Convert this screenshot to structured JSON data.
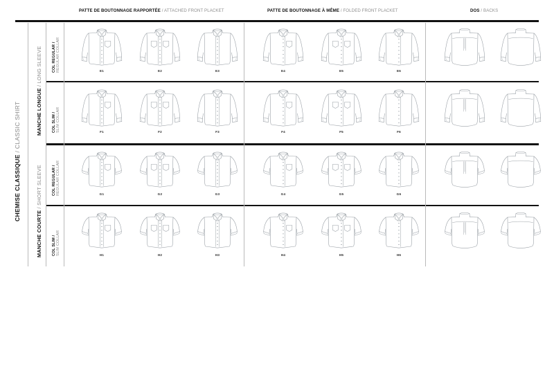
{
  "document": {
    "title": "CHEMISE CLASSIQUE",
    "title_en": "CLASSIC SHIRT"
  },
  "column_headers": [
    {
      "fr": "PATTE DE BOUTONNAGE RAPPORTÉE",
      "en": "/ ATTACHED FRONT PLACKET"
    },
    {
      "fr": "PATTE DE BOUTONNAGE À MÊME",
      "en": "/ FOLDED FRONT PLACKET"
    },
    {
      "fr": "DOS",
      "en": "/ BACKS"
    }
  ],
  "sleeve_groups": [
    {
      "fr": "MANCHE LONGUE",
      "en": "/ LONG SLEEVE"
    },
    {
      "fr": "MANCHE COURTE",
      "en": "/ SHORT SLEEVE"
    }
  ],
  "collar_rows": [
    {
      "fr": "COL REGULAR /",
      "en": "REGULAR COLLAR"
    },
    {
      "fr": "COL SLIM /",
      "en": "SLIM COLLAR"
    },
    {
      "fr": "COL REGULAR /",
      "en": "REGULAR COLLAR"
    },
    {
      "fr": "COL SLIM /",
      "en": "SLIM COLLAR"
    }
  ],
  "rows": [
    {
      "sleeve": "long",
      "collar": "regular",
      "codes": [
        "E1",
        "E2",
        "E3",
        "E4",
        "E5",
        "E6"
      ],
      "pockets": [
        1,
        2,
        0,
        1,
        2,
        0
      ],
      "placket": [
        "attached",
        "attached",
        "attached",
        "folded",
        "folded",
        "folded"
      ],
      "backs": [
        "pleat",
        "yoke"
      ]
    },
    {
      "sleeve": "long",
      "collar": "slim",
      "codes": [
        "F1",
        "F2",
        "F3",
        "F4",
        "F5",
        "F6"
      ],
      "pockets": [
        1,
        2,
        0,
        1,
        2,
        0
      ],
      "placket": [
        "attached",
        "attached",
        "attached",
        "folded",
        "folded",
        "folded"
      ],
      "backs": [
        "pleat",
        "yoke"
      ]
    },
    {
      "sleeve": "short",
      "collar": "regular",
      "codes": [
        "G1",
        "G2",
        "G3",
        "G4",
        "G5",
        "G6"
      ],
      "pockets": [
        1,
        2,
        0,
        1,
        2,
        0
      ],
      "placket": [
        "attached",
        "attached",
        "attached",
        "folded",
        "folded",
        "folded"
      ],
      "backs": [
        "pleat",
        "yoke"
      ]
    },
    {
      "sleeve": "short",
      "collar": "slim",
      "codes": [
        "H1",
        "H2",
        "H3",
        "H4",
        "H5",
        "H6"
      ],
      "pockets": [
        1,
        2,
        0,
        1,
        2,
        0
      ],
      "placket": [
        "attached",
        "attached",
        "attached",
        "folded",
        "folded",
        "folded"
      ],
      "backs": [
        "pleat",
        "yoke"
      ]
    }
  ],
  "colors": {
    "line": "#9aa0a6",
    "rule": "#111111",
    "hairline": "#b9b9b9",
    "text_primary": "#111111",
    "text_secondary": "#8a8a8a"
  }
}
